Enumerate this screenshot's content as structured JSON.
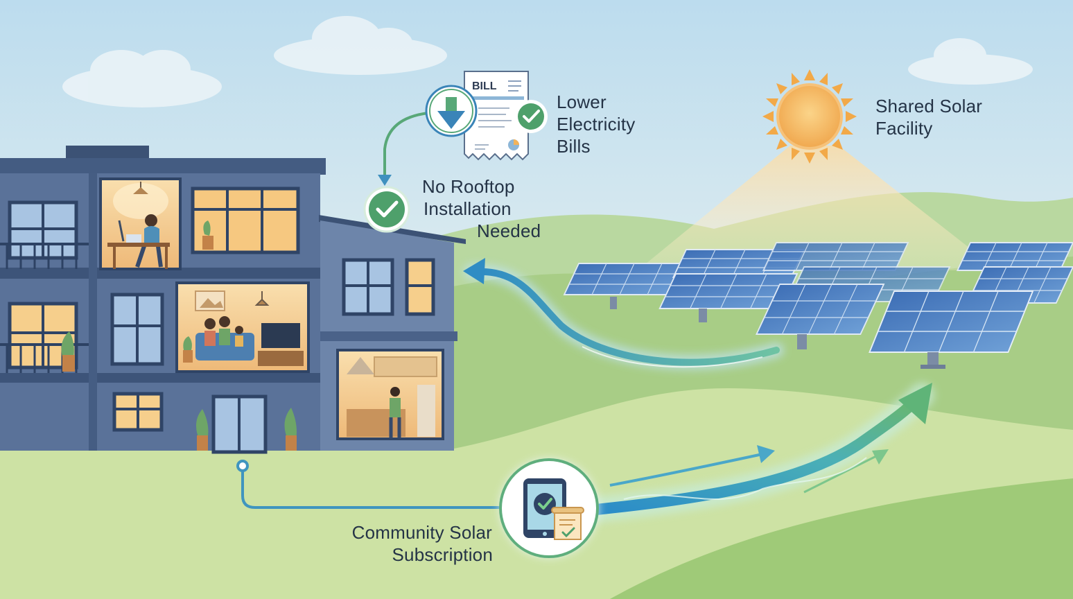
{
  "labels": {
    "lower_bills": [
      "Lower",
      "Electricity",
      "Bills"
    ],
    "no_rooftop": [
      "No Rooftop",
      "Installation",
      "Needed"
    ],
    "shared_facility": [
      "Shared Solar",
      "Facility"
    ],
    "community_subscription": [
      "Community Solar",
      "Subscription"
    ]
  },
  "bill_document": {
    "title": "BILL"
  },
  "icons": {
    "bill": "bill-document-icon",
    "download": "download-arrow-icon",
    "check": "check-badge-icon",
    "tablet": "tablet-check-icon",
    "contract": "contract-scroll-icon",
    "sun": "sun-icon"
  },
  "colors": {
    "sky": "#cfe4f0",
    "grass": "#c8df9e",
    "building": "#52698f",
    "building_dark": "#2f4466",
    "window_glow": "#f6cf8c",
    "accent_green": "#5aa86a",
    "accent_blue": "#3c8fbf",
    "sun": "#f1b157",
    "text": "#243346"
  }
}
